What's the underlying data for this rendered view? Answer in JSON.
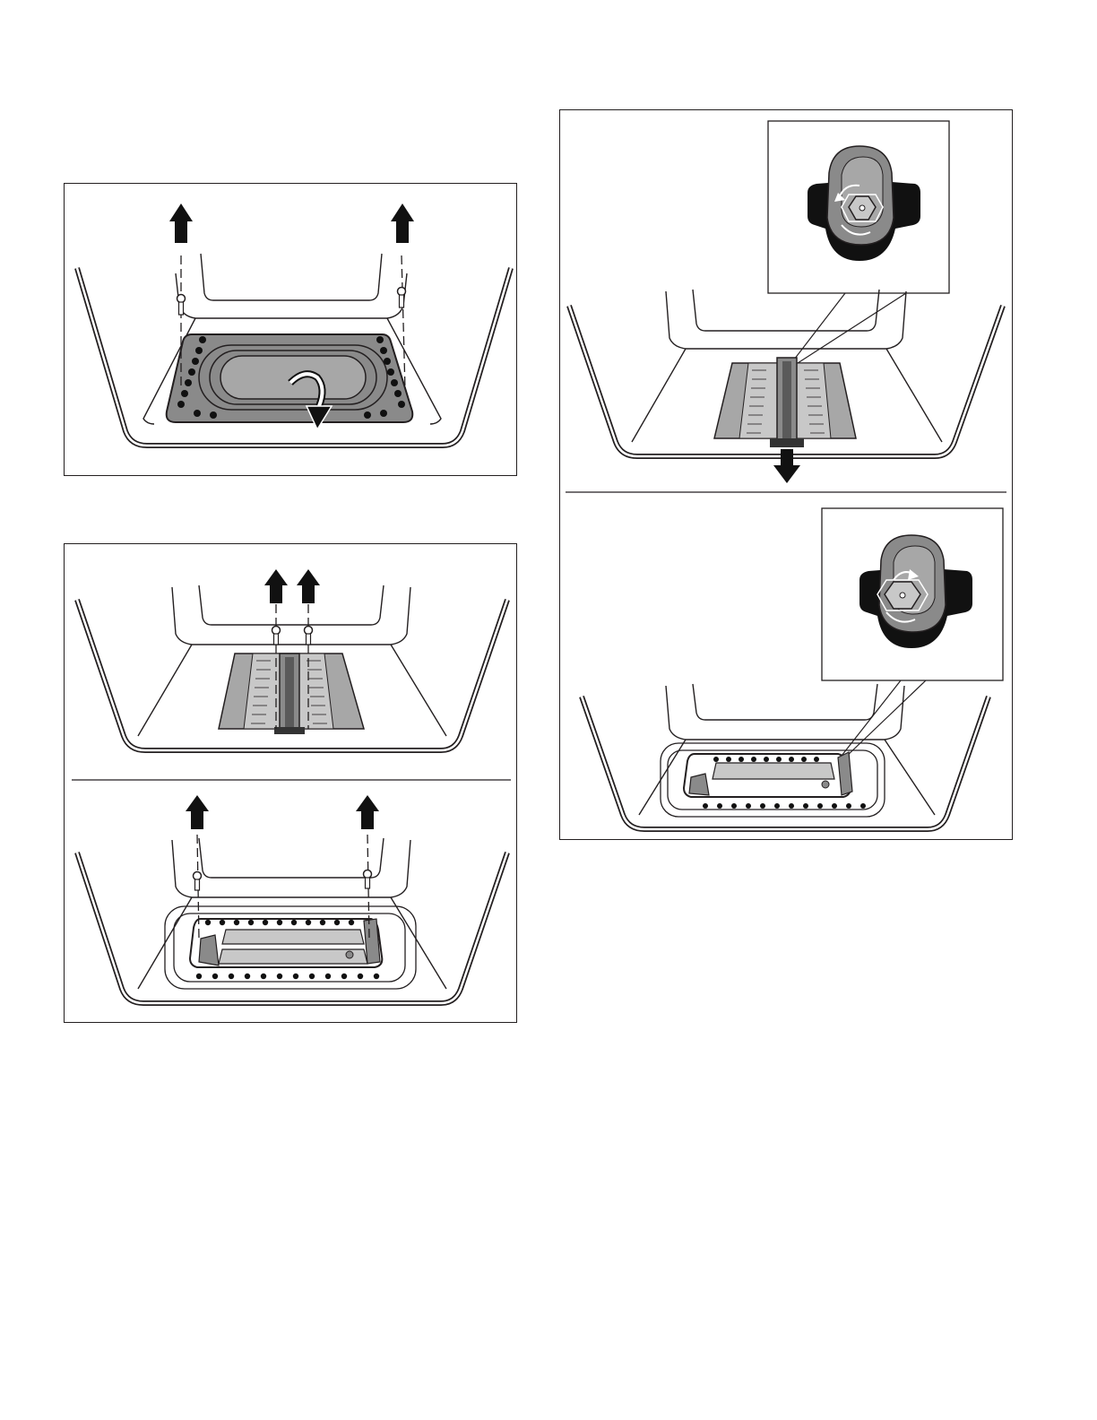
{
  "page": {
    "kind": "installation-instructions-illustrations",
    "text_present": false
  },
  "illustrations": [
    {
      "id": "a",
      "icons": [
        "oven-cavity-icon",
        "screw-icon",
        "screw-icon",
        "arrow-up-icon",
        "arrow-up-icon",
        "bottom-cover-plate-icon",
        "rotate-arrow-icon"
      ]
    },
    {
      "id": "b",
      "icons": [
        "oven-cavity-icon",
        "heating-element-cover-icon",
        "screw-icon",
        "arrow-up-icon",
        "bake-element-icon"
      ]
    },
    {
      "id": "c",
      "icons": [
        "oven-cavity-icon",
        "hex-nut-detail-icon",
        "arrow-down-icon",
        "bake-element-icon"
      ]
    }
  ],
  "colors": {
    "line": "#231f20",
    "panel_border": "#231f20",
    "fill_dark_gray": "#8a8a8a",
    "fill_mid_gray": "#a7a7a7",
    "fill_light_gray": "#c8c8c8",
    "fill_black": "#111111",
    "background": "#ffffff"
  }
}
